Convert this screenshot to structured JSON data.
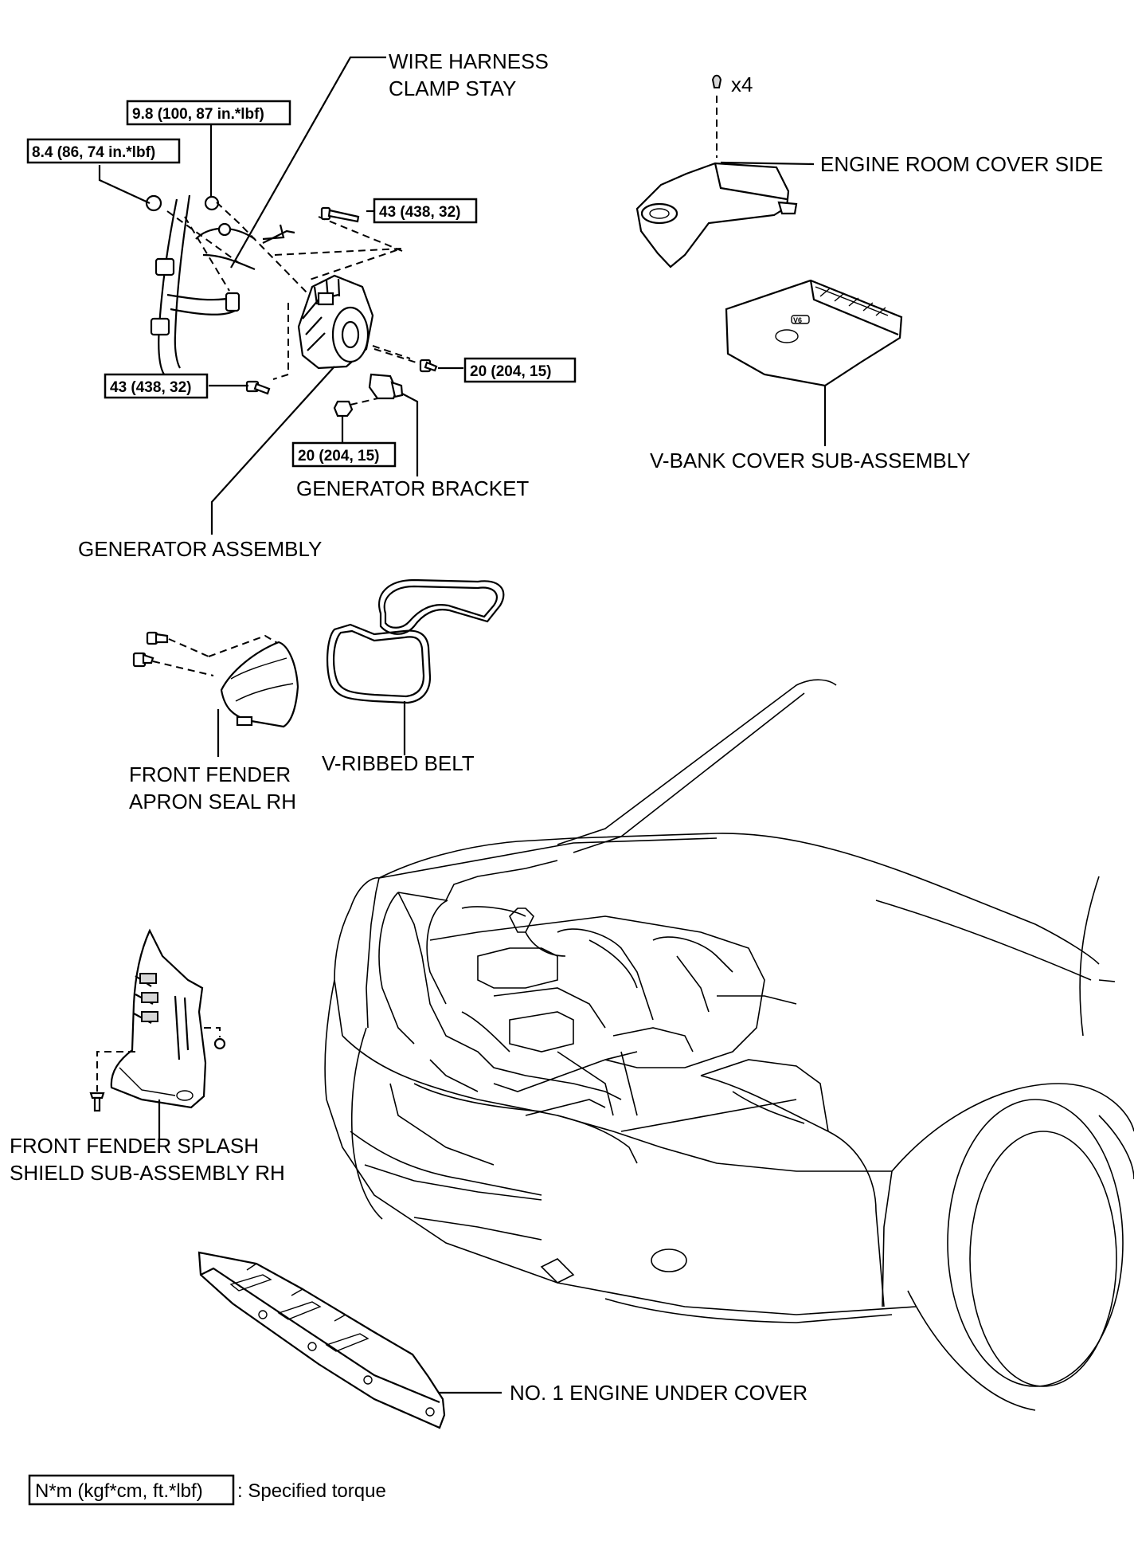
{
  "labels": {
    "wire_harness_clamp_stay_line1": "WIRE HARNESS",
    "wire_harness_clamp_stay_line2": "CLAMP STAY",
    "engine_room_cover_side": "ENGINE ROOM COVER SIDE",
    "v_bank_cover": "V-BANK COVER SUB-ASSEMBLY",
    "generator_bracket": "GENERATOR BRACKET",
    "generator_assembly": "GENERATOR ASSEMBLY",
    "v_ribbed_belt": "V-RIBBED BELT",
    "front_fender_apron_line1": "FRONT FENDER",
    "front_fender_apron_line2": "APRON SEAL RH",
    "splash_shield_line1": "FRONT FENDER SPLASH",
    "splash_shield_line2": "SHIELD SUB-ASSEMBLY RH",
    "engine_under_cover": "NO. 1 ENGINE UNDER COVER",
    "quantity_x4": "x4",
    "v_bank_badge": "V6"
  },
  "torques": {
    "clamp_stay_bolt": "9.8 (100, 87 in.*lbf)",
    "harness_bolt": "8.4 (86, 74 in.*lbf)",
    "top_through_bolt": "43 (438, 32)",
    "lower_through_bolt": "43 (438, 32)",
    "bracket_bolt_right": "20 (204, 15)",
    "bracket_bolt_lower": "20 (204, 15)"
  },
  "legend": {
    "unit_box": "N*m (kgf*cm, ft.*lbf)",
    "text": ": Specified torque"
  }
}
